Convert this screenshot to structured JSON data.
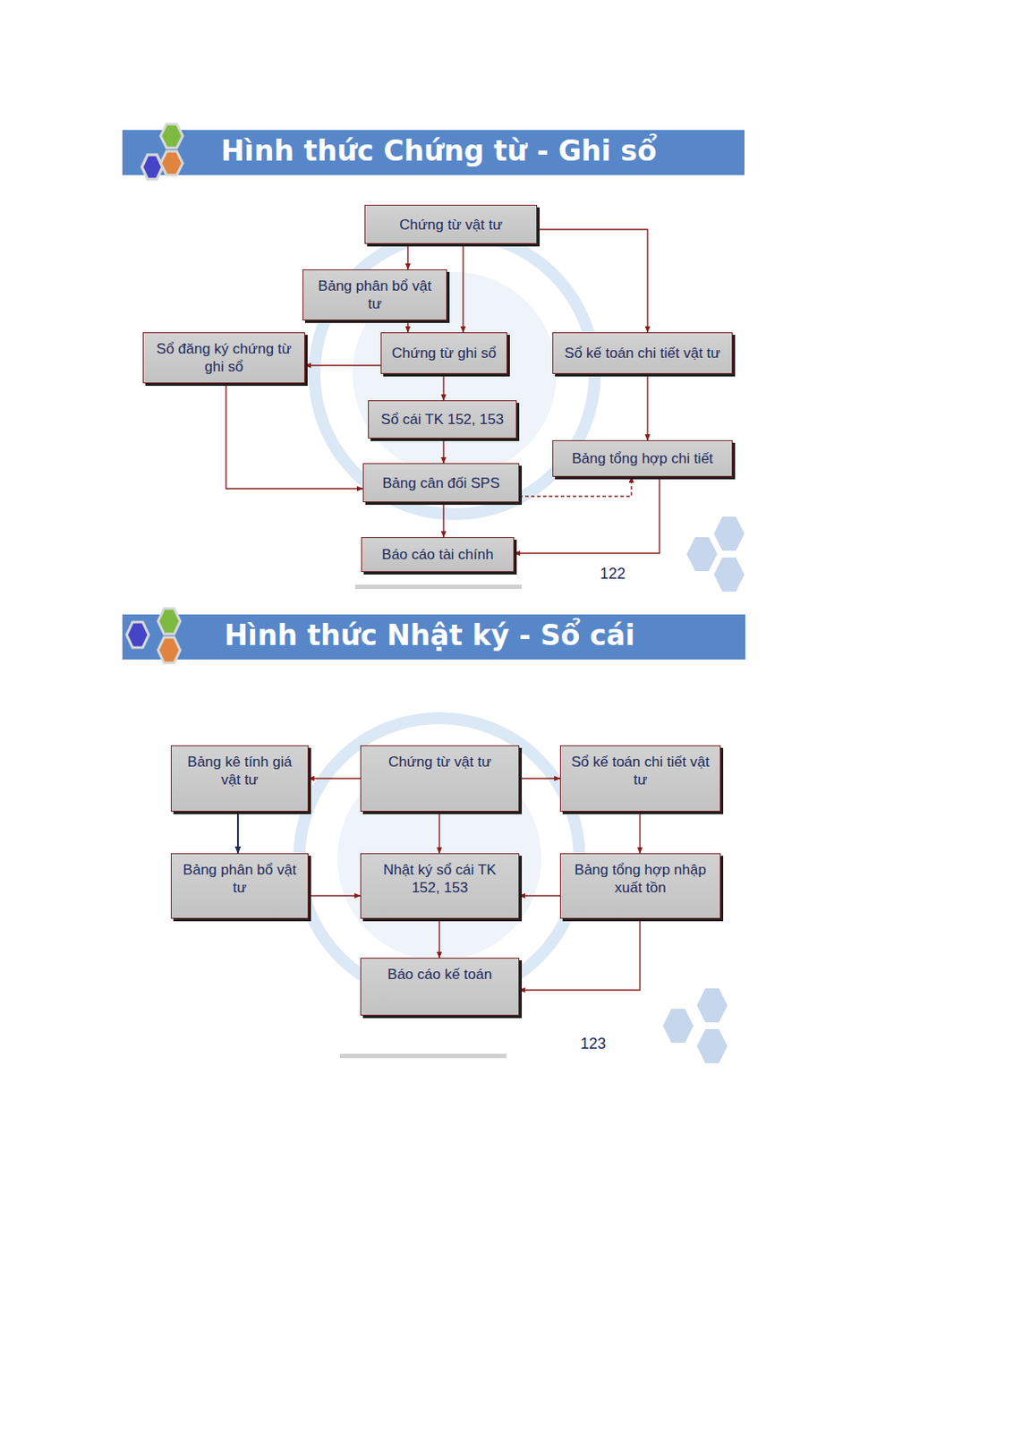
{
  "diagram": {
    "title": "Hình thức Chứng từ - Ghi sổ",
    "nodes": [
      {
        "text": [
          "Chứng từ vật tư"
        ]
      },
      {
        "text": [
          "Bảng phân bổ vật tư"
        ]
      },
      {
        "text": [
          "Sổ đăng ký chứng từ ghi sổ"
        ]
      },
      {
        "text": [
          "Chứng từ ghi sổ"
        ]
      },
      {
        "text": [
          "Sổ kế toán chi tiết vật tư"
        ]
      },
      {
        "text": [
          "Sổ cái TK 152, 153"
        ]
      },
      {
        "text": [
          "Bảng tổng hợp chi tiết"
        ]
      },
      {
        "text": [
          "Bảng cân đối SPS"
        ]
      },
      {
        "text": [
          "Báo cáo tài chính"
        ]
      },
      {
        "text": [
          "Bảng kê tính giá vật tư"
        ]
      },
      {
        "text": [
          "Chứng từ vật tư"
        ]
      },
      {
        "text": [
          "Sổ kế toán chi tiết vật tư"
        ]
      },
      {
        "text": [
          "Bảng phân bổ vật tư"
        ]
      },
      {
        "text": [
          "Nhật ký sổ cái TK 152, 153"
        ]
      },
      {
        "text": [
          "Bảng tổng hợp nhập xuất tồn"
        ]
      },
      {
        "text": [
          "Báo cáo kế toán"
        ]
      }
    ],
    "edges": [
      {
        "from": 0,
        "to": 1,
        "arrow": "to"
      },
      {
        "from": 0,
        "to": 3,
        "arrow": "to"
      },
      {
        "from": 1,
        "to": 3,
        "arrow": "to"
      },
      {
        "from": 0,
        "to": 4,
        "arrow": "to"
      },
      {
        "from": 3,
        "to": 2,
        "arrow": "to"
      },
      {
        "from": 3,
        "to": 5,
        "arrow": "to"
      },
      {
        "from": 2,
        "to": 7,
        "arrow": "to"
      },
      {
        "from": 5,
        "to": 7,
        "arrow": "to"
      },
      {
        "from": 4,
        "to": 6,
        "arrow": "to"
      },
      {
        "from": 7,
        "to": 6,
        "arrow": "to"
      },
      {
        "from": 7,
        "to": 8,
        "arrow": "to"
      },
      {
        "from": 6,
        "to": 8,
        "arrow": "to"
      },
      {
        "from": 10,
        "to": 9,
        "arrow": "to"
      },
      {
        "from": 10,
        "to": 11,
        "arrow": "to"
      },
      {
        "from": 9,
        "to": 12,
        "arrow": "to"
      },
      {
        "from": 10,
        "to": 13,
        "arrow": "to"
      },
      {
        "from": 11,
        "to": 14,
        "arrow": "to"
      },
      {
        "from": 12,
        "to": 13,
        "arrow": "to"
      },
      {
        "from": 14,
        "to": 13,
        "arrow": "to"
      },
      {
        "from": 13,
        "to": 15,
        "arrow": "to"
      },
      {
        "from": 14,
        "to": 15,
        "arrow": "to"
      }
    ],
    "labels": [
      "122",
      "Hình thức Nhật ký - Sổ cái",
      "123"
    ]
  }
}
